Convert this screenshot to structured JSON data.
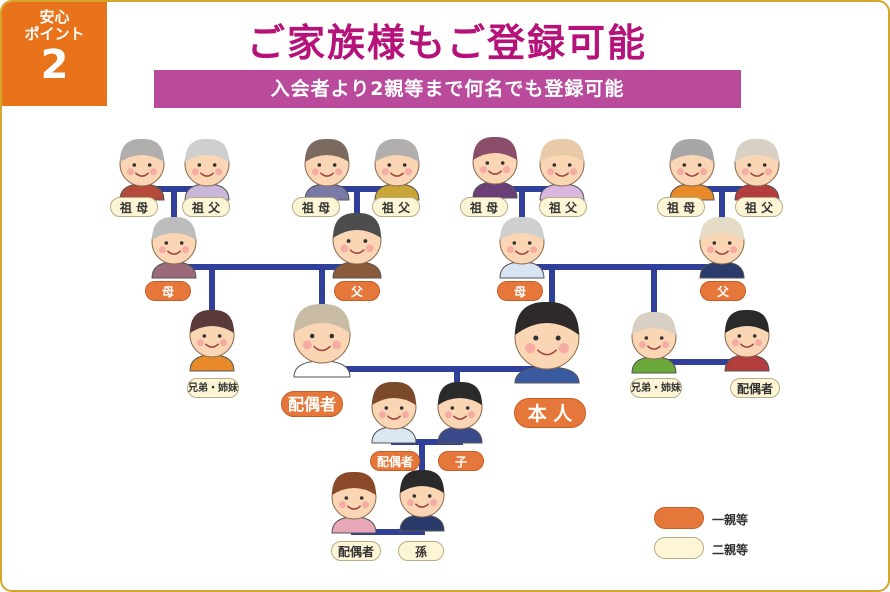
{
  "badge": {
    "line1": "安心",
    "line2": "ポイント",
    "number": "2"
  },
  "title": "ご家族様もご登録可能",
  "subtitle": "入会者より2親等まで何名でも登録可能",
  "colors": {
    "accent": "#e8731a",
    "title": "#b5127a",
    "banner": "#b94a9c",
    "line": "#2f3f9a",
    "first_degree": "#e5773a",
    "second_degree": "#fdf6d6"
  },
  "people": [
    {
      "id": "p-grandmother-1",
      "label": "祖 母",
      "degree": "second"
    },
    {
      "id": "p-grandfather-1",
      "label": "祖 父",
      "degree": "second"
    },
    {
      "id": "p-grandmother-2",
      "label": "祖 母",
      "degree": "second"
    },
    {
      "id": "p-grandfather-2",
      "label": "祖 父",
      "degree": "second"
    },
    {
      "id": "p-grandmother-3",
      "label": "祖 母",
      "degree": "second"
    },
    {
      "id": "p-grandfather-3",
      "label": "祖 父",
      "degree": "second"
    },
    {
      "id": "p-grandmother-4",
      "label": "祖 母",
      "degree": "second"
    },
    {
      "id": "p-grandfather-4",
      "label": "祖 父",
      "degree": "second"
    },
    {
      "id": "p-spouse-mother",
      "label": "母",
      "degree": "first"
    },
    {
      "id": "p-spouse-father",
      "label": "父",
      "degree": "first"
    },
    {
      "id": "p-mother",
      "label": "母",
      "degree": "first"
    },
    {
      "id": "p-father",
      "label": "父",
      "degree": "first"
    },
    {
      "id": "p-spouse-sibling",
      "label": "兄弟・姉妹",
      "degree": "second"
    },
    {
      "id": "p-spouse",
      "label": "配偶者",
      "degree": "first"
    },
    {
      "id": "p-self",
      "label": "本 人",
      "degree": "self"
    },
    {
      "id": "p-sibling",
      "label": "兄弟・姉妹",
      "degree": "second"
    },
    {
      "id": "p-sibling-spouse",
      "label": "配偶者",
      "degree": "second"
    },
    {
      "id": "p-child-spouse",
      "label": "配偶者",
      "degree": "first"
    },
    {
      "id": "p-child",
      "label": "子",
      "degree": "first"
    },
    {
      "id": "p-grandchild-spouse",
      "label": "配偶者",
      "degree": "second"
    },
    {
      "id": "p-grandchild",
      "label": "孫",
      "degree": "second"
    }
  ],
  "legend": [
    {
      "label": "一親等",
      "degree": "first"
    },
    {
      "label": "二親等",
      "degree": "second"
    }
  ]
}
